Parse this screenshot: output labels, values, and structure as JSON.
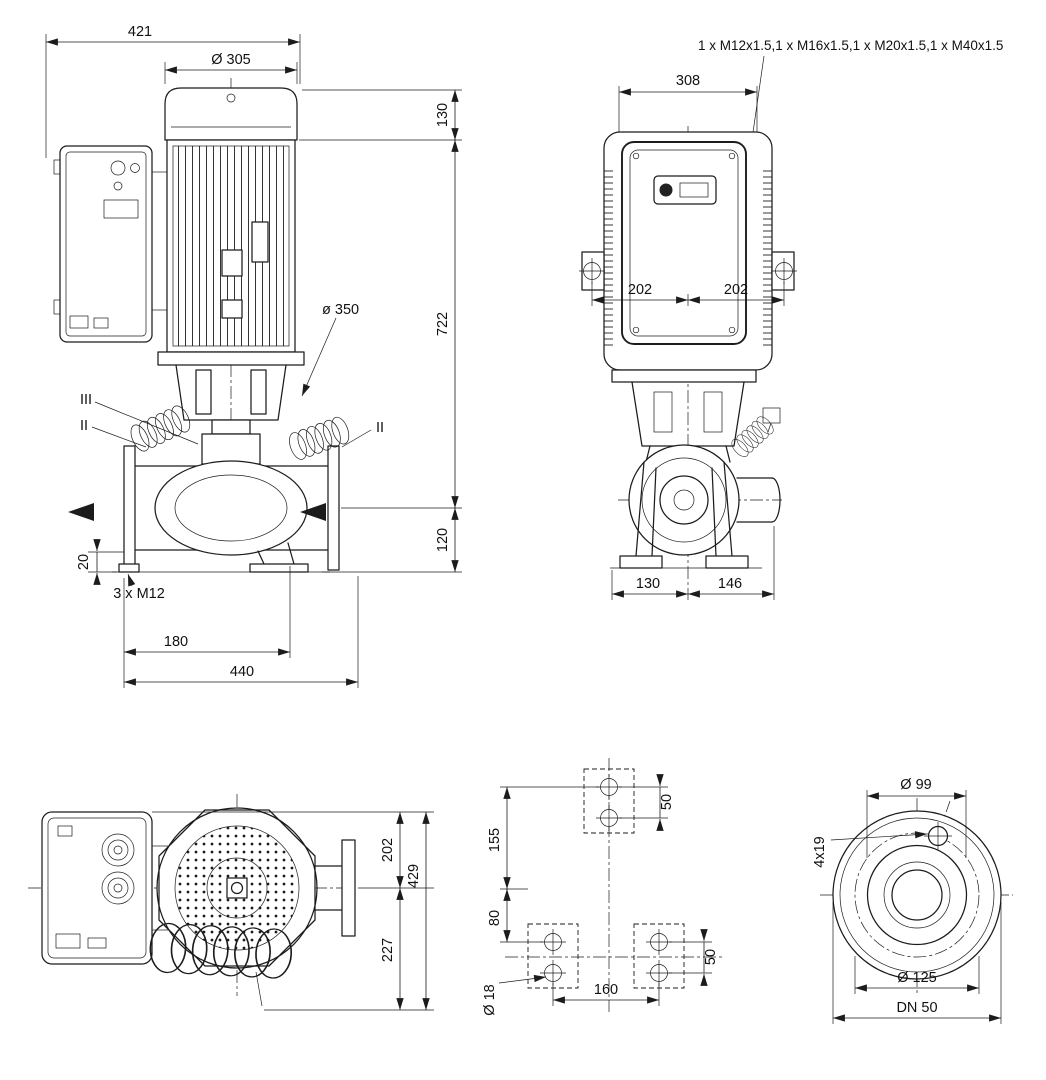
{
  "drawing": {
    "front": {
      "d421": "421",
      "d305": "Ø 305",
      "d130": "130",
      "d722": "722",
      "d350": "ø 350",
      "d120": "120",
      "d20": "20",
      "d3xm12": "3 x M12",
      "d180": "180",
      "d440": "440",
      "port_iii": "III",
      "port_ii_left": "II",
      "port_ii_right": "II"
    },
    "side": {
      "glands": "1 x M12x1.5,1 x M16x1.5,1 x M20x1.5,1 x M40x1.5",
      "d308": "308",
      "d202l": "202",
      "d202r": "202",
      "d130": "130",
      "d146": "146"
    },
    "top": {
      "d202": "202",
      "d429": "429",
      "d227": "227"
    },
    "foundation": {
      "d155": "155",
      "d80": "80",
      "d18": "Ø 18",
      "d160": "160",
      "d50t": "50",
      "d50b": "50"
    },
    "flange": {
      "d99": "Ø 99",
      "d4x19": "4x19",
      "d125": "Ø 125",
      "dn": "DN 50"
    }
  }
}
